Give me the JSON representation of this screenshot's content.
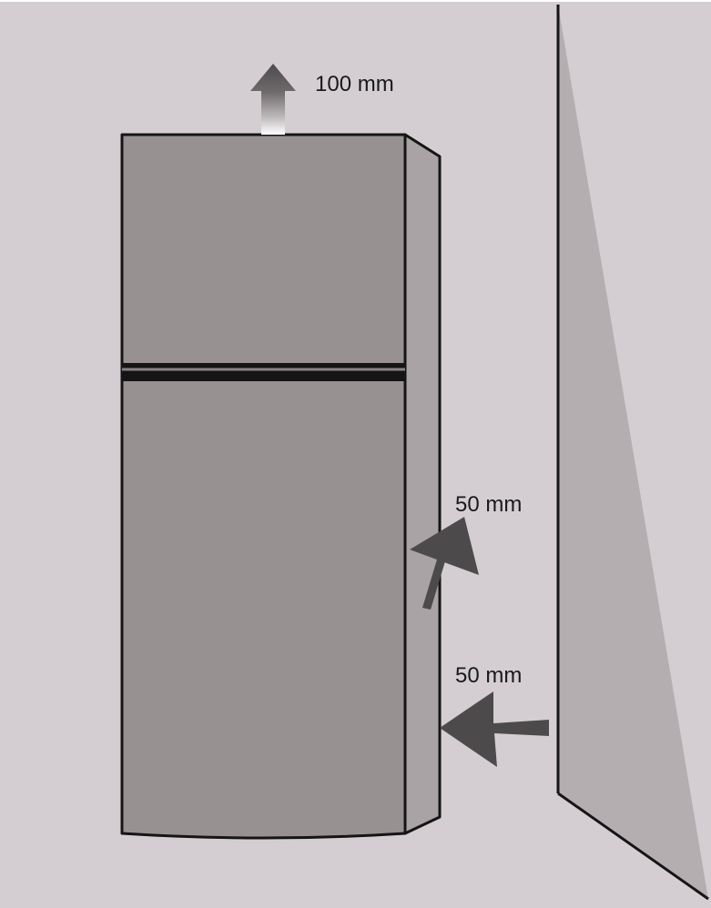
{
  "clearances": {
    "top": "100 mm",
    "back": "50 mm",
    "side": "50 mm"
  },
  "colors": {
    "background": "#d4ced2",
    "fridge_front": "#979192",
    "fridge_side": "#a9a3a5",
    "wall": "#b4aeb1",
    "outline": "#151515",
    "arrow": "#4d4a4c"
  }
}
